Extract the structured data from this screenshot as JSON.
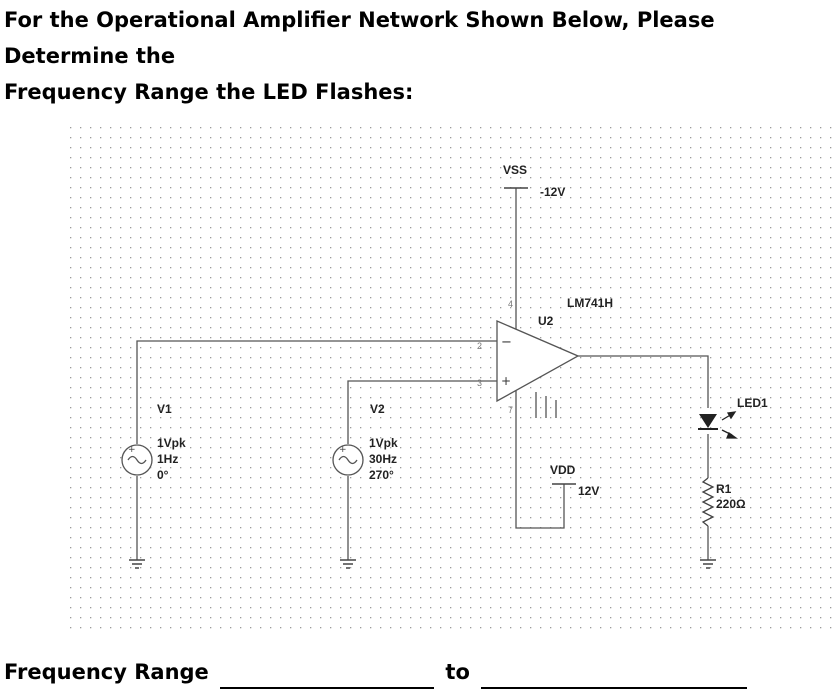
{
  "question": {
    "line1": "For the Operational Amplifier Network Shown Below, Please Determine the",
    "line2": "Frequency Range the LED Flashes:"
  },
  "footer": {
    "label": "Frequency Range",
    "connector": "to"
  },
  "schematic": {
    "vss": {
      "name": "VSS",
      "value": "-12V"
    },
    "vdd": {
      "name": "VDD",
      "value": "12V"
    },
    "opamp": {
      "ref": "U2",
      "model": "LM741H",
      "pin_inv": "2",
      "pin_noninv": "3",
      "pin_top": "4",
      "pin_bottom": "7",
      "minus_sign": "−",
      "plus_sign": "+"
    },
    "v1": {
      "name": "V1",
      "amplitude": "1Vpk",
      "frequency": "1Hz",
      "phase": "0°"
    },
    "v2": {
      "name": "V2",
      "amplitude": "1Vpk",
      "frequency": "30Hz",
      "phase": "270°"
    },
    "led": {
      "name": "LED1"
    },
    "resistor": {
      "name": "R1",
      "value": "220Ω"
    }
  }
}
